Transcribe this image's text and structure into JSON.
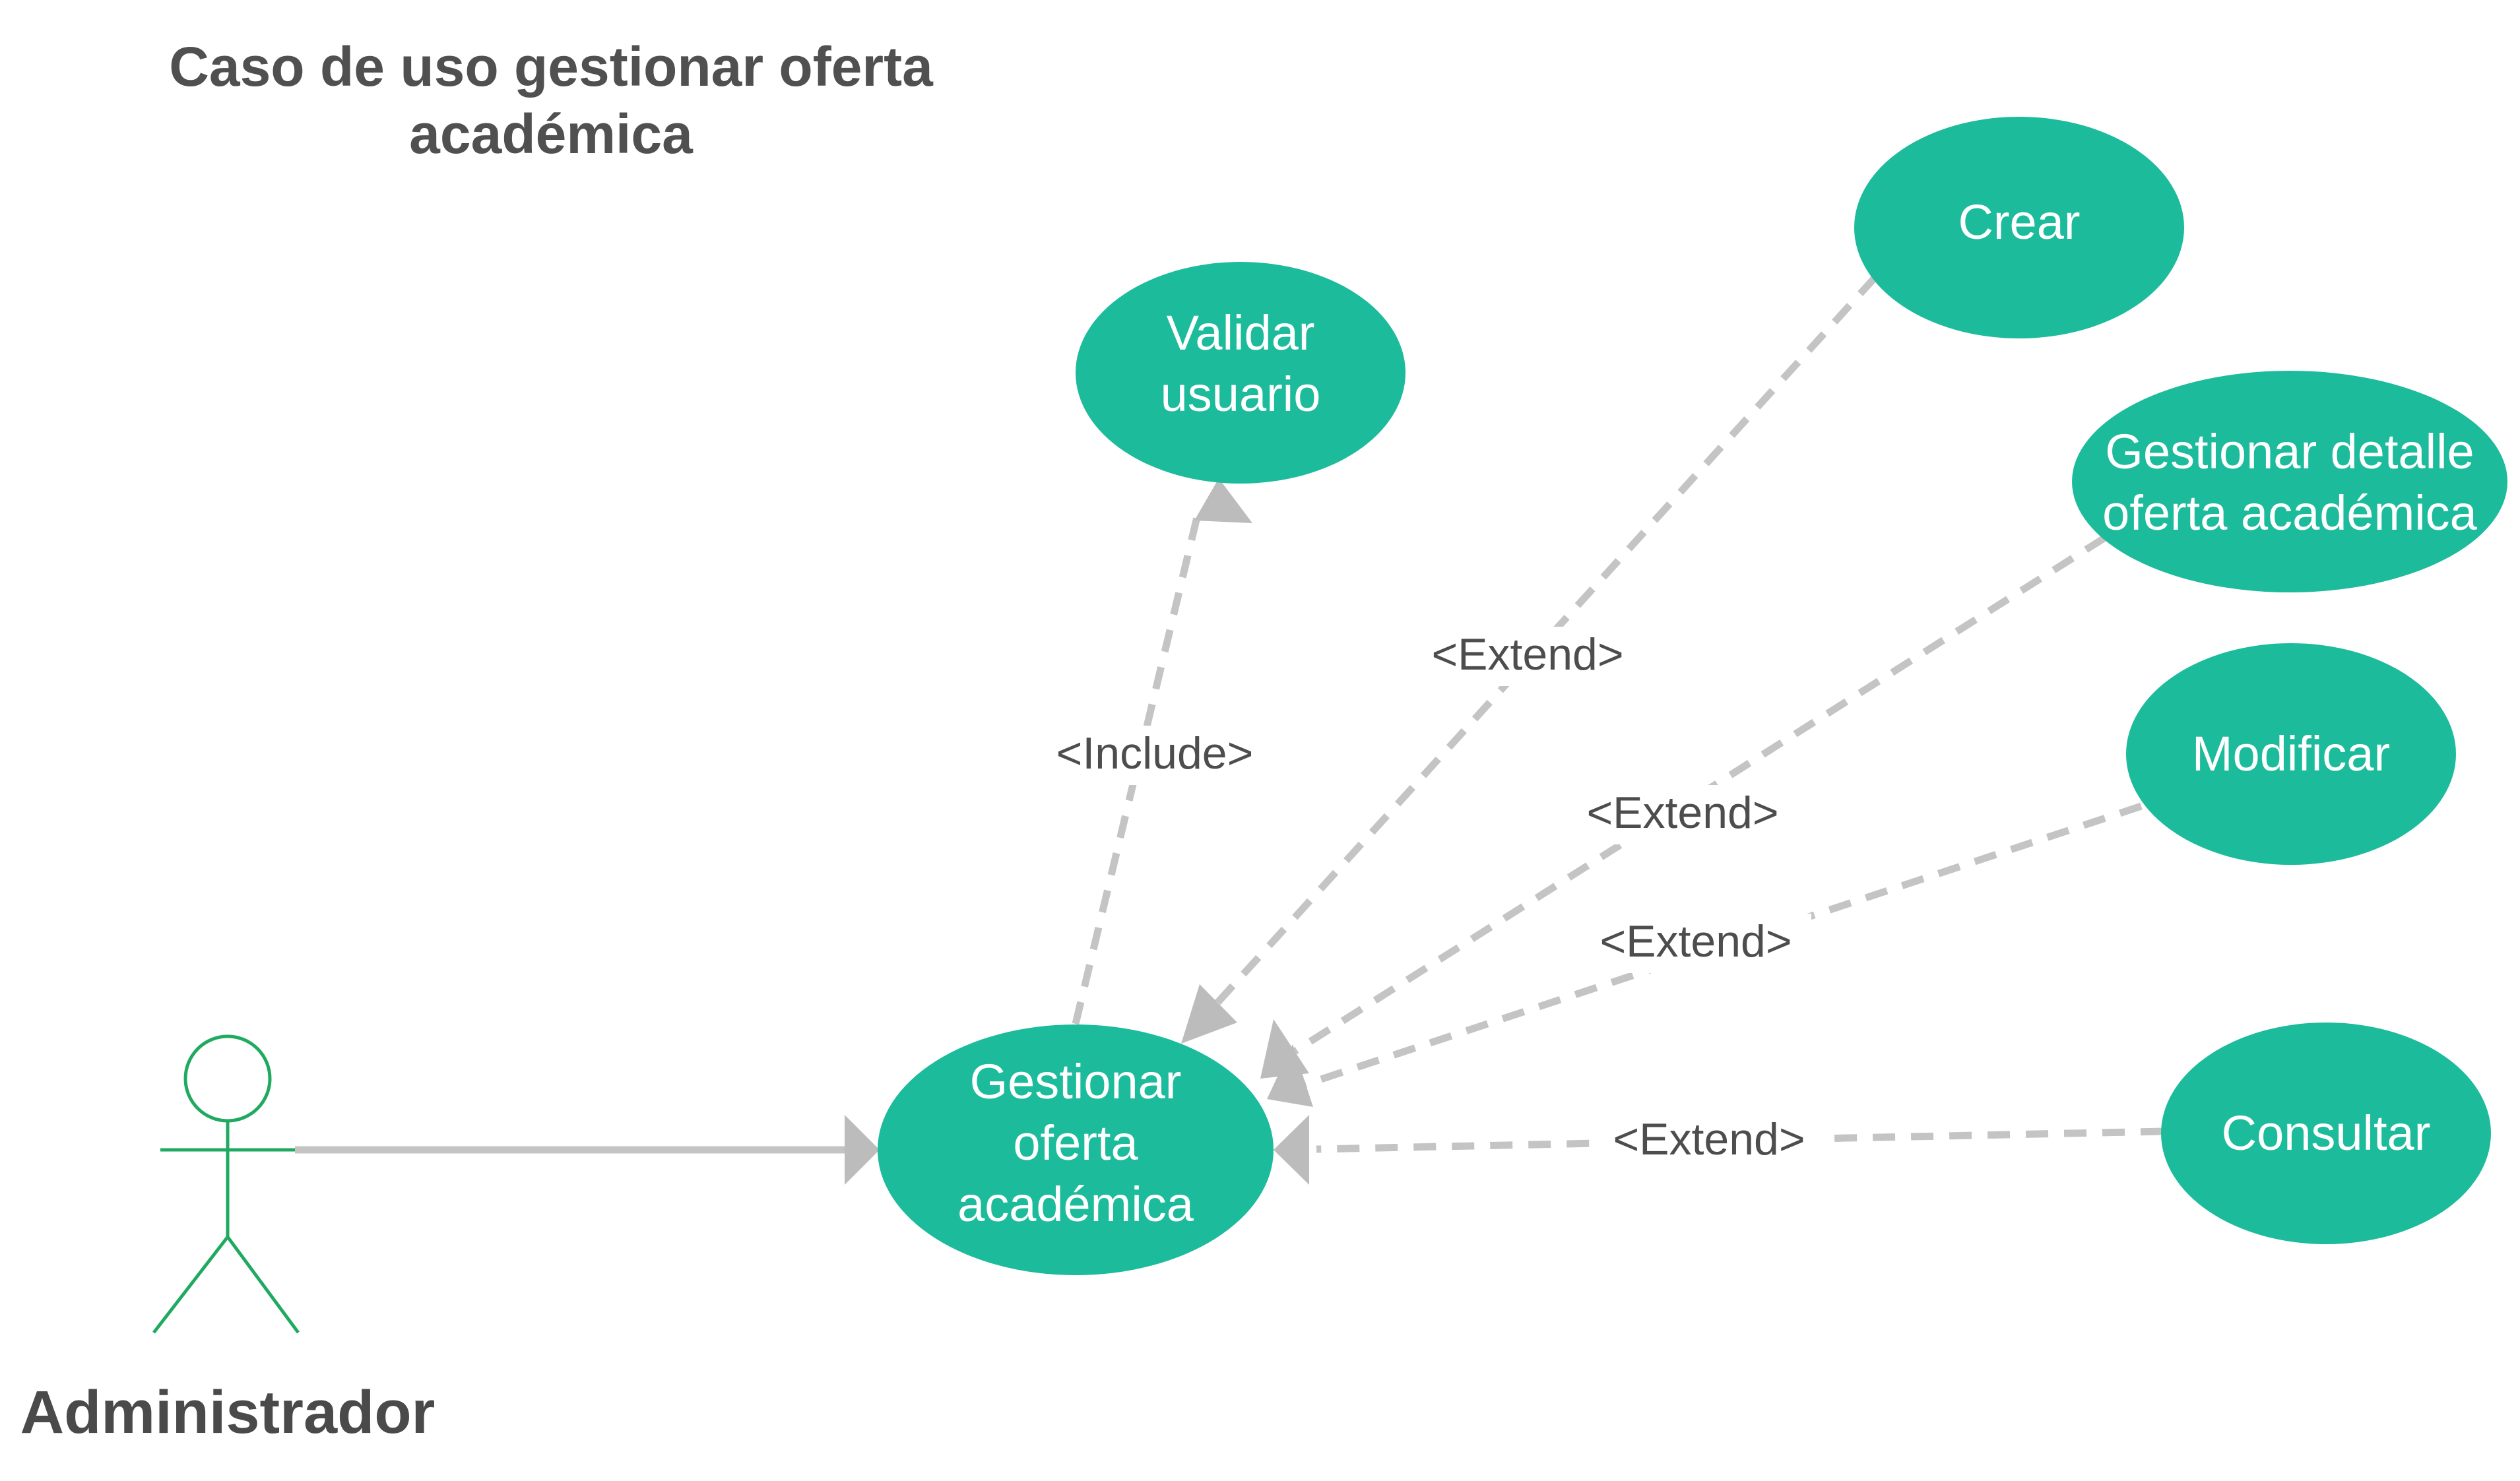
{
  "title": {
    "line1": "Caso de uso gestionar oferta",
    "line2": "académica"
  },
  "actor": {
    "label": "Administrador"
  },
  "use_cases": {
    "gestionar": {
      "lines": [
        "Gestionar",
        "oferta",
        "académica"
      ]
    },
    "validar": {
      "lines": [
        "Validar",
        "usuario"
      ]
    },
    "crear": {
      "lines": [
        "Crear"
      ]
    },
    "detalle": {
      "lines": [
        "Gestionar detalle",
        "oferta académica"
      ]
    },
    "modificar": {
      "lines": [
        "Modificar"
      ]
    },
    "consultar": {
      "lines": [
        "Consultar"
      ]
    }
  },
  "relations": {
    "include": "<Include>",
    "extend_crear": "<Extend>",
    "extend_detalle": "<Extend>",
    "extend_modificar": "<Extend>",
    "extend_consultar": "<Extend>"
  },
  "colors": {
    "usecase_fill": "#1cbb9b",
    "actor_stroke": "#20a960",
    "connector": "#c4c4c4",
    "text_dark": "#4d4d4d"
  }
}
